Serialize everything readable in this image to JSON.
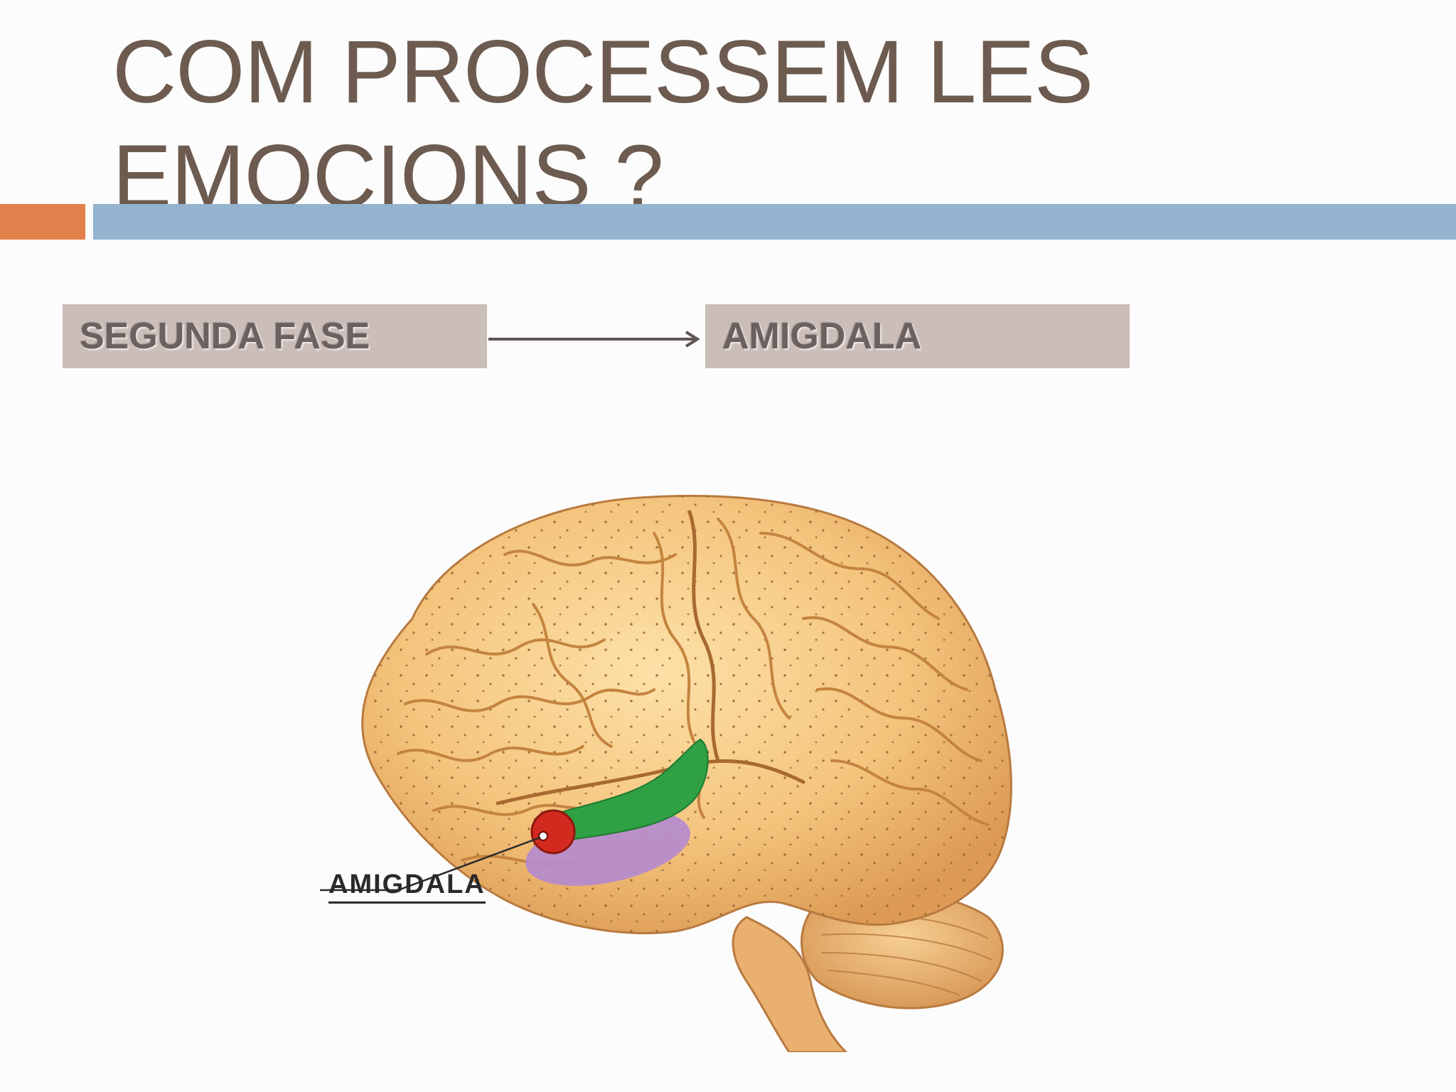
{
  "slide": {
    "title": "COM PROCESSEM LES EMOCIONS ?",
    "left_box": "SEGUNDA FASE",
    "right_box": "AMIGDALA"
  },
  "illustration": {
    "label": "AMIGDALA",
    "icon": "brain-illustration"
  },
  "colors": {
    "title": "#6d5b50",
    "accent_orange": "#e1804a",
    "accent_blue": "#93b3cf",
    "box_fill": "#cbbdb8"
  }
}
